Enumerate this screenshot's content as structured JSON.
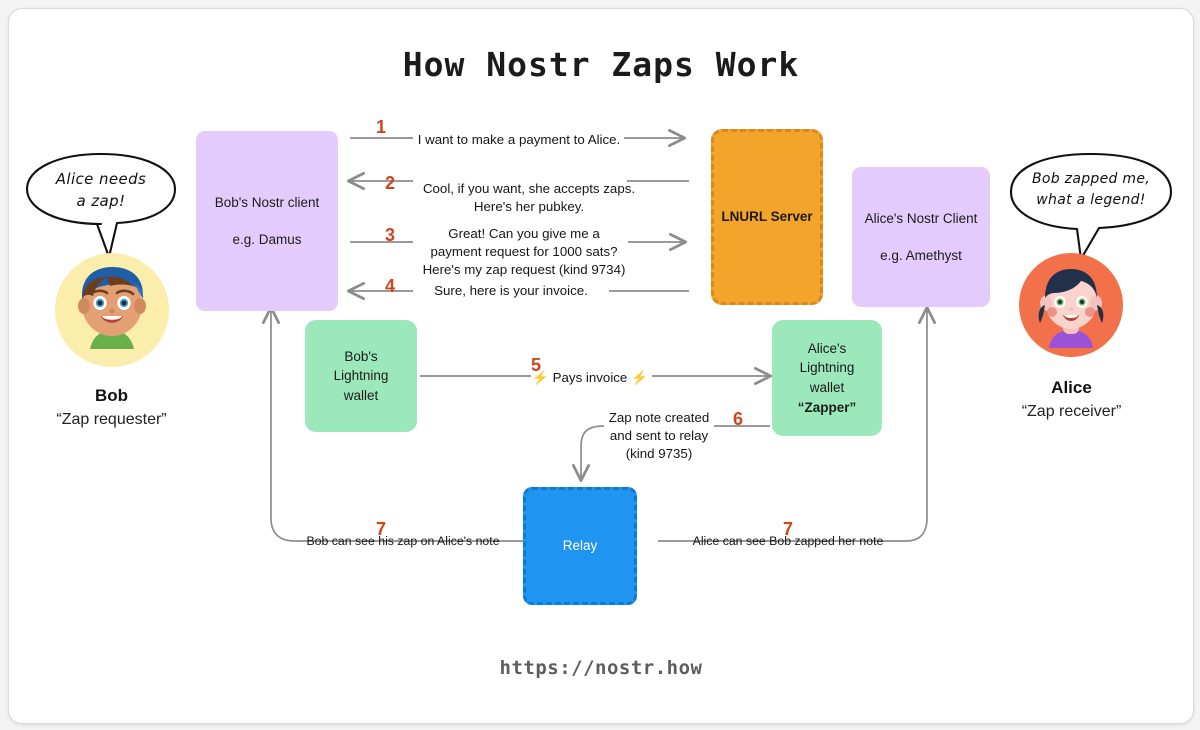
{
  "page": {
    "title": "How Nostr Zaps Work",
    "footer_url": "https://nostr.how"
  },
  "colors": {
    "step_number": "#cf4520",
    "nostr_client_box": "#e3ccfb",
    "lightning_wallet_box": "#9ce8bb",
    "lnurl_server_box": "#f2a42b",
    "relay_box": "#1f94f0",
    "arrow": "#8c8c8c",
    "bob_avatar_bg": "#fbeeac",
    "alice_avatar_bg": "#f2714b"
  },
  "actors": {
    "bob": {
      "name": "Bob",
      "role": "“Zap requester”",
      "speech_line1": "Alice needs",
      "speech_line2": "a zap!"
    },
    "alice": {
      "name": "Alice",
      "role": "“Zap receiver”",
      "speech_line1": "Bob zapped me,",
      "speech_line2": "what a legend!"
    }
  },
  "nodes": {
    "bob_client": {
      "line1": "Bob's Nostr client",
      "line2": "e.g. Damus"
    },
    "alice_client": {
      "line1": "Alice's Nostr Client",
      "line2": "e.g. Amethyst"
    },
    "lnurl_server": {
      "line1": "LNURL Server"
    },
    "bob_wallet": {
      "line1": "Bob's",
      "line2": "Lightning",
      "line3": "wallet"
    },
    "alice_wallet": {
      "line1": "Alice's",
      "line2": "Lightning",
      "line3": "wallet",
      "line4": "“Zapper”"
    },
    "relay": {
      "line1": "Relay"
    }
  },
  "steps": [
    {
      "num": "1",
      "lines": [
        "I want to make a payment to Alice."
      ]
    },
    {
      "num": "2",
      "lines": [
        "Cool, if you want, she accepts zaps.",
        "Here's her pubkey."
      ]
    },
    {
      "num": "3",
      "lines": [
        "Great! Can you give me a",
        "payment request for 1000 sats?",
        "Here's my zap request (kind 9734)"
      ]
    },
    {
      "num": "4",
      "lines": [
        "Sure, here is your invoice."
      ]
    },
    {
      "num": "5",
      "lines": [
        "⚡ Pays invoice ⚡"
      ]
    },
    {
      "num": "6",
      "lines": [
        "Zap note created",
        "and sent to relay",
        "(kind 9735)"
      ]
    },
    {
      "num": "7",
      "lines": [
        "Bob can see his zap on Alice's note"
      ]
    },
    {
      "num": "7",
      "lines": [
        "Alice can see Bob zapped her note"
      ]
    }
  ]
}
